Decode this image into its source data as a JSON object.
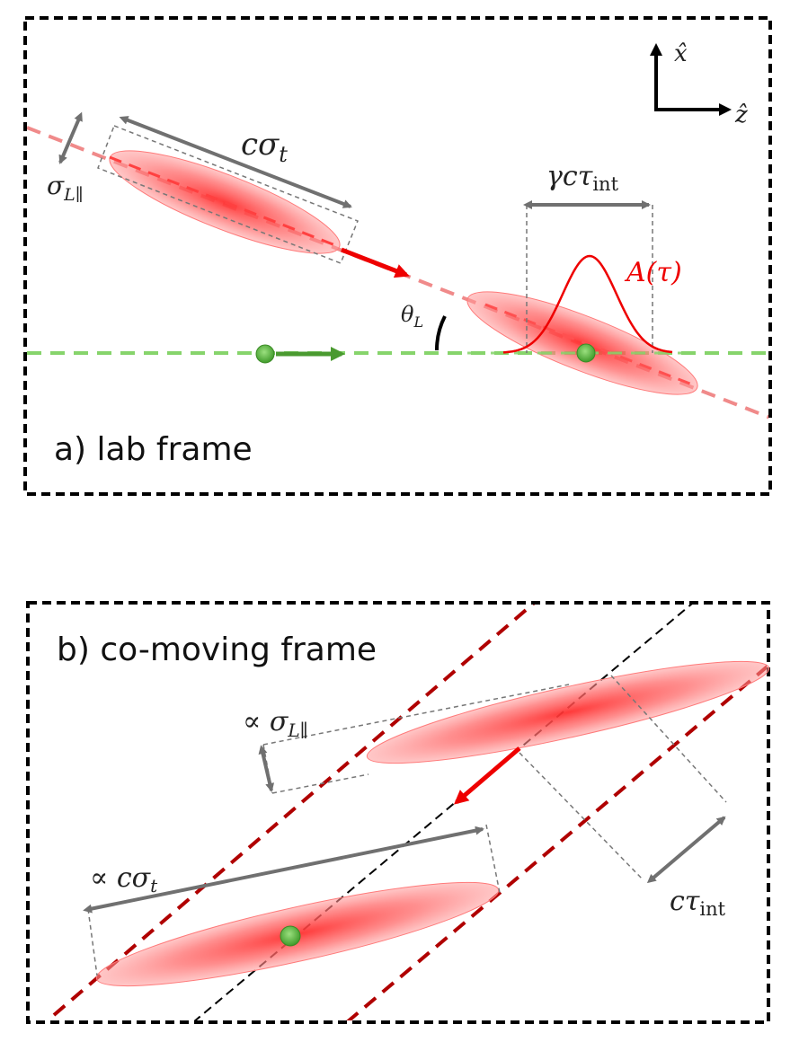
{
  "panel_a": {
    "label": "a) lab frame",
    "axis_x": "x̂",
    "axis_z": "ẑ",
    "c_sigma_t": "cσ",
    "c_sigma_t_sub": "t",
    "sigma_L_par": "σ",
    "sigma_L_par_sub": "L∥",
    "gamma_c_tau": "γcτ",
    "gamma_c_tau_sub": "int",
    "pulse_label": "A(τ)",
    "theta_L": "θ",
    "theta_L_sub": "L"
  },
  "panel_b": {
    "label": "b) co-moving frame",
    "prop_sigma_L": "∝ σ",
    "prop_sigma_L_sub": "L∥",
    "prop_c_sigma_t": "∝ cσ",
    "prop_c_sigma_t_sub": "t",
    "c_tau_int": "cτ",
    "c_tau_int_sub": "int"
  },
  "colors": {
    "laser": "#ff4a4a",
    "laser_axis": "#f08a8a",
    "electron": "#5ab840",
    "electron_axis": "#86d46b",
    "dark_red": "#b00000",
    "gray": "#707070"
  }
}
